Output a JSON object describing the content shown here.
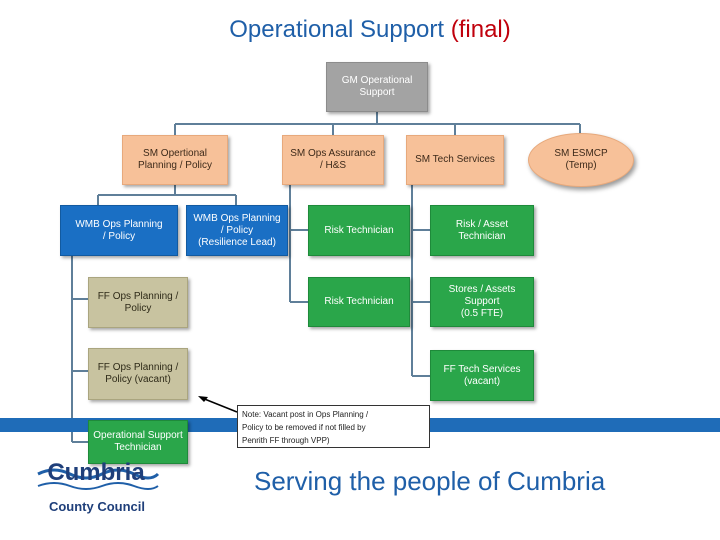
{
  "title": {
    "main": "Operational Support",
    "accent": "(final)"
  },
  "nodes": {
    "gm": [
      "GM Operational",
      "Support"
    ],
    "sm_planning": [
      "SM Opertional",
      "Planning / Policy"
    ],
    "sm_assurance": [
      "SM Ops Assurance",
      "/ H&S"
    ],
    "sm_tech": [
      "SM Tech Services"
    ],
    "sm_esmcp": [
      "SM ESMCP",
      "(Temp)"
    ],
    "wmb1": [
      "WMB Ops Planning",
      "/ Policy"
    ],
    "wmb2": [
      "WMB Ops Planning",
      "/ Policy",
      "(Resilience Lead)"
    ],
    "risk_tech_1": [
      "Risk Technician"
    ],
    "risk_tech_2": [
      "Risk Technician"
    ],
    "risk_asset": [
      "Risk / Asset",
      "Technician"
    ],
    "stores": [
      "Stores / Assets",
      "Support",
      "(0.5 FTE)"
    ],
    "ff_tech": [
      "FF Tech Services",
      "(vacant)"
    ],
    "ff1": [
      "FF Ops Planning /",
      "Policy"
    ],
    "ff2": [
      "FF Ops Planning /",
      "Policy (vacant)"
    ],
    "ops_support_tech": [
      "Operational Support",
      "Technician"
    ]
  },
  "note": [
    "Note: Vacant post in Ops Planning /",
    "Policy to be removed if not filled by",
    "Penrith FF through VPP)"
  ],
  "tagline": "Serving the people of Cumbria",
  "logo": {
    "wordmark": "Cumbria",
    "subtext": "County Council"
  },
  "colors": {
    "title": "#1f5fa8",
    "accent": "#c0000c",
    "band": "#1f6cb8",
    "grey": "#a3a3a3",
    "peach": "#f7c199",
    "blue": "#1a6fc4",
    "green": "#2aa64a",
    "khaki": "#c8c3a0"
  }
}
